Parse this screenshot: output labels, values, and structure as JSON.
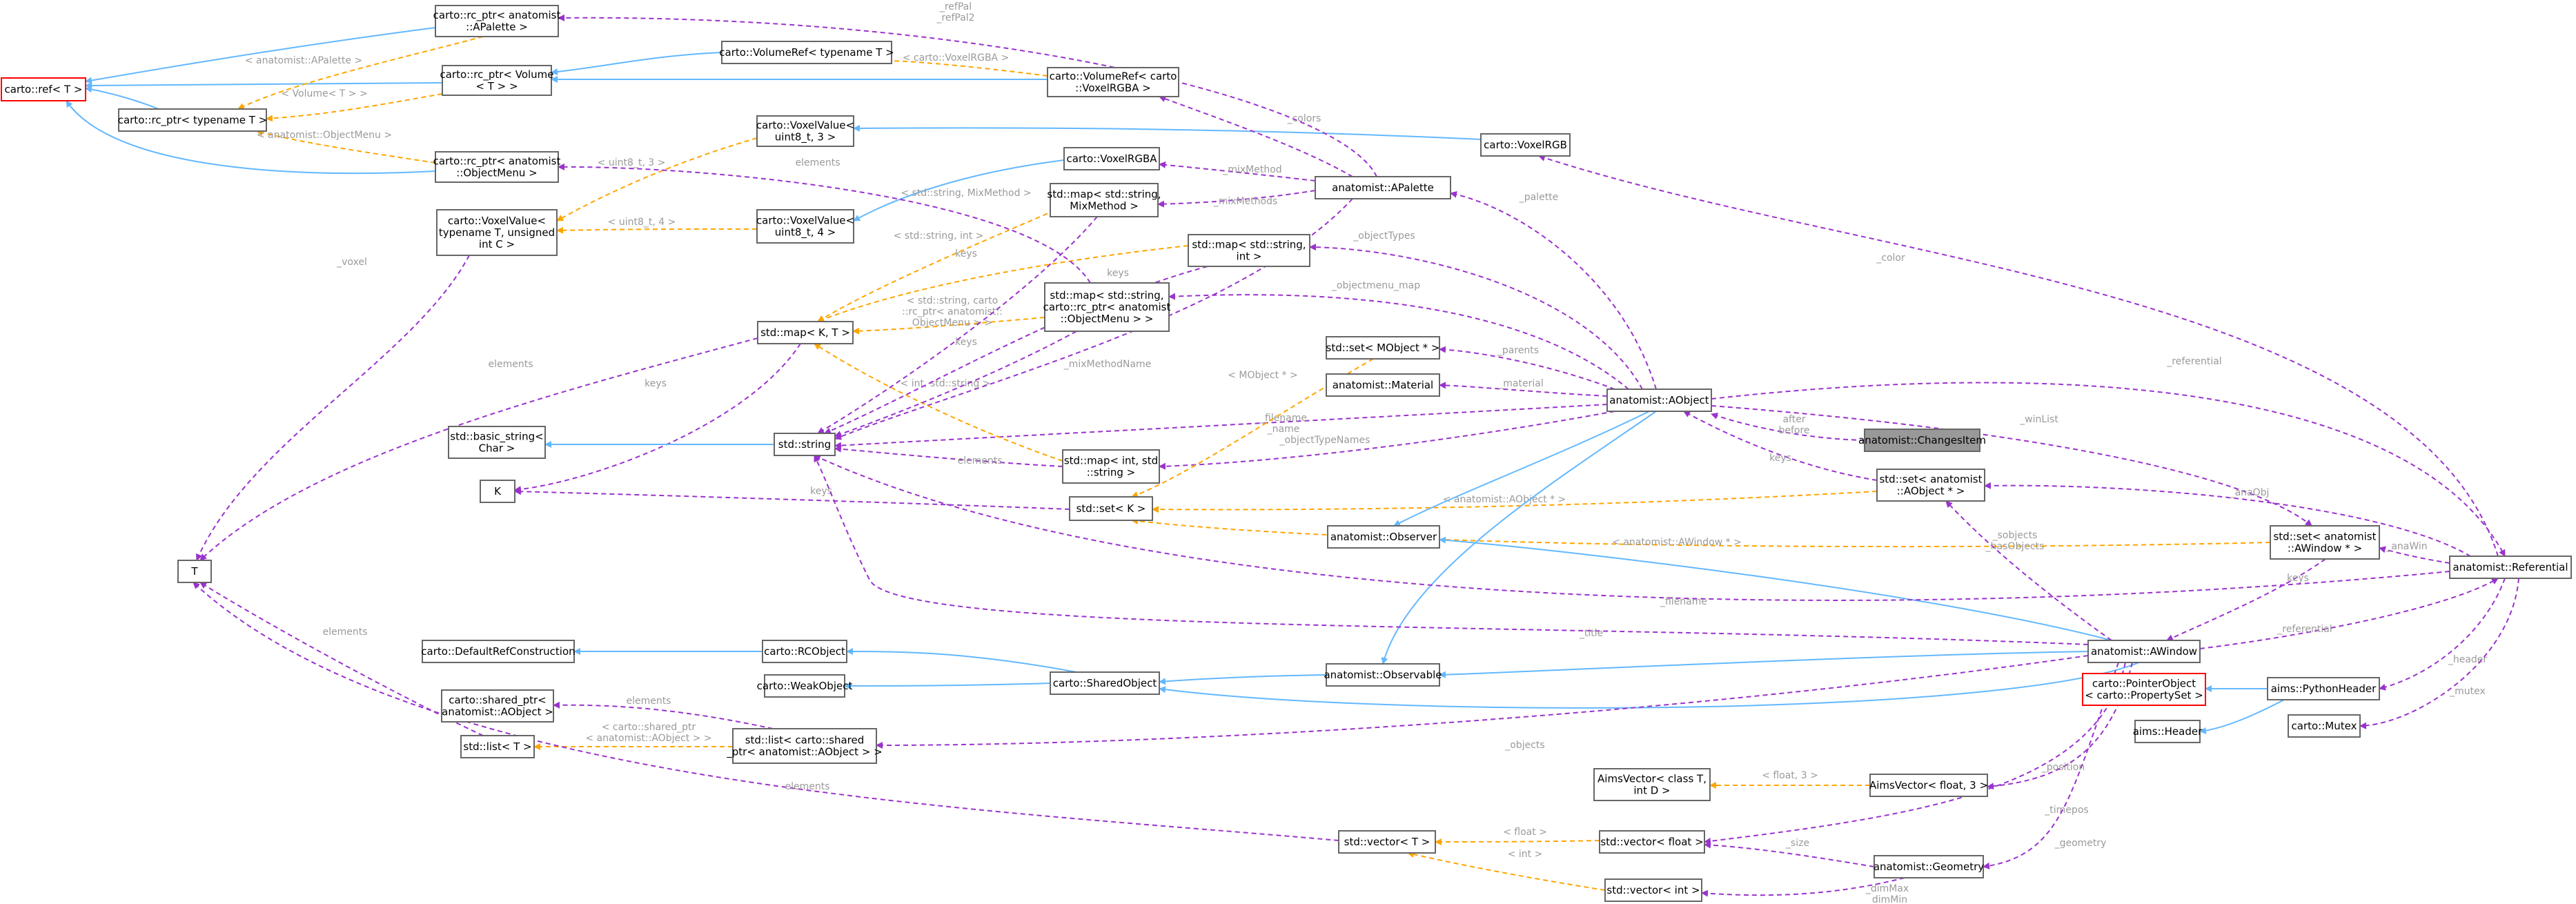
{
  "colors": {
    "inheritance": "#63b8ff",
    "usage": "#9a32cd",
    "template": "#ffa500",
    "node_border": "#666666",
    "red_border": "#ff0000",
    "highlight": "#999999"
  },
  "nodes": {
    "ref": [
      "carto::ref< T >"
    ],
    "rcA": [
      "carto::rc_ptr< anatomist",
      "::APalette >"
    ],
    "rcV": [
      "carto::rc_ptr< Volume",
      "< T > >"
    ],
    "rcT": [
      "carto::rc_ptr< typename T >"
    ],
    "rcOM": [
      "carto::rc_ptr< anatomist",
      "::ObjectMenu >"
    ],
    "vrT": [
      "carto::VolumeRef< typename T >"
    ],
    "vrV": [
      "carto::VolumeRef< carto",
      "::VoxelRGBA >"
    ],
    "vv3": [
      "carto::VoxelValue<",
      "uint8_t, 3 >"
    ],
    "vRGB": [
      "carto::VoxelRGB"
    ],
    "vRGBA": [
      "carto::VoxelRGBA"
    ],
    "vvT": [
      "carto::VoxelValue<",
      "typename T, unsigned",
      "int C >"
    ],
    "vv4": [
      "carto::VoxelValue<",
      "uint8_t, 4 >"
    ],
    "mapMix": [
      "std::map< std::string,",
      "MixMethod >"
    ],
    "pal": [
      "anatomist::APalette"
    ],
    "mapSI": [
      "std::map< std::string,",
      "int >"
    ],
    "mapOM": [
      "std::map< std::string,",
      "carto::rc_ptr< anatomist",
      "::ObjectMenu > >"
    ],
    "mapKT": [
      "std::map< K, T >"
    ],
    "setMO": [
      "std::set< MObject * >"
    ],
    "mat": [
      "anatomist::Material"
    ],
    "aobj": [
      "anatomist::AObject"
    ],
    "chg": [
      "anatomist::ChangesItem"
    ],
    "bstr": [
      "std::basic_string<",
      "Char >"
    ],
    "str": [
      "std::string"
    ],
    "K": [
      "K"
    ],
    "mapIS": [
      "std::map< int, std",
      "::string >"
    ],
    "setK": [
      "std::set< K >"
    ],
    "setAO": [
      "std::set< anatomist",
      "::AObject * >"
    ],
    "obs": [
      "anatomist::Observer"
    ],
    "setAW": [
      "std::set< anatomist",
      "::AWindow * >"
    ],
    "refl": [
      "anatomist::Referential"
    ],
    "T": [
      "T"
    ],
    "defrc": [
      "carto::DefaultRefConstruction"
    ],
    "rco": [
      "carto::RCObject"
    ],
    "awin": [
      "anatomist::AWindow"
    ],
    "weak": [
      "carto::WeakObject"
    ],
    "shared": [
      "carto::SharedObject"
    ],
    "obsable": [
      "anatomist::Observable"
    ],
    "ptrO": [
      "carto::PointerObject",
      "< carto::PropertySet >"
    ],
    "pyh": [
      "aims::PythonHeader"
    ],
    "hdr": [
      "aims::Header"
    ],
    "spA": [
      "carto::shared_ptr<",
      "anatomist::AObject >"
    ],
    "mutex": [
      "carto::Mutex"
    ],
    "listT": [
      "std::list< T >"
    ],
    "listSP": [
      "std::list< carto::shared",
      "_ptr< anatomist::AObject > >"
    ],
    "avc": [
      "AimsVector< class T,",
      "int D >"
    ],
    "avf": [
      "AimsVector< float, 3 >"
    ],
    "vecT": [
      "std::vector< T >"
    ],
    "vecF": [
      "std::vector< float >"
    ],
    "geom": [
      "anatomist::Geometry"
    ],
    "vecI": [
      "std::vector< int >"
    ]
  },
  "edges": [
    {
      "id": "e_rcA_ref",
      "type": "inh",
      "labels": []
    },
    {
      "id": "e_rcV_ref",
      "type": "inh",
      "labels": []
    },
    {
      "id": "e_rcT_ref",
      "type": "inh",
      "labels": []
    },
    {
      "id": "e_rcOM_ref",
      "type": "inh",
      "labels": []
    },
    {
      "id": "e_vrV_rcV",
      "type": "inh",
      "labels": []
    },
    {
      "id": "e_vrT_rcV",
      "type": "inh",
      "labels": []
    },
    {
      "id": "e_rcA_rcT",
      "type": "tpl",
      "labels": [
        "< anatomist::APalette >"
      ]
    },
    {
      "id": "e_rcV_rcT",
      "type": "tpl",
      "labels": [
        "< Volume< T > >"
      ]
    },
    {
      "id": "e_rcOM_rcT",
      "type": "tpl",
      "labels": [
        "< anatomist::ObjectMenu >"
      ]
    },
    {
      "id": "e_vrV_vrT",
      "type": "tpl",
      "labels": [
        "< carto::VoxelRGBA >"
      ]
    },
    {
      "id": "e_vRGB_vv3",
      "type": "inh",
      "labels": []
    },
    {
      "id": "e_vRGBA_vv4",
      "type": "inh",
      "labels": []
    },
    {
      "id": "e_vv3_vvT",
      "type": "tpl",
      "labels": [
        "< uint8_t, 3 >"
      ]
    },
    {
      "id": "e_vv4_vvT",
      "type": "tpl",
      "labels": [
        "< uint8_t, 4 >"
      ]
    },
    {
      "id": "e_pal_rcA",
      "type": "use",
      "labels": [
        "_refPal",
        "_refPal2"
      ]
    },
    {
      "id": "e_pal_vrV",
      "type": "use",
      "labels": [
        "_colors"
      ]
    },
    {
      "id": "e_pal_vRGBA",
      "type": "use",
      "labels": [
        "_mixMethod"
      ]
    },
    {
      "id": "e_pal_mapMix",
      "type": "use",
      "labels": [
        "_mixMethods"
      ]
    },
    {
      "id": "e_pal_str",
      "type": "use",
      "labels": [
        "_mixMethodName"
      ]
    },
    {
      "id": "e_aobj_pal",
      "type": "use",
      "labels": [
        "_palette"
      ]
    },
    {
      "id": "e_aobj_mapSI",
      "type": "use",
      "labels": [
        "_objectTypes"
      ]
    },
    {
      "id": "e_aobj_mapOM",
      "type": "use",
      "labels": [
        "_objectmenu_map"
      ]
    },
    {
      "id": "e_aobj_setMO",
      "type": "use",
      "labels": [
        "_parents"
      ]
    },
    {
      "id": "e_aobj_mat",
      "type": "use",
      "labels": [
        "_material"
      ]
    },
    {
      "id": "e_aobj_str",
      "type": "use",
      "labels": [
        "_filename",
        "_name"
      ]
    },
    {
      "id": "e_aobj_mapIS",
      "type": "use",
      "labels": [
        "_objectTypeNames"
      ]
    },
    {
      "id": "e_aobj_setAW",
      "type": "use",
      "labels": [
        "_winList"
      ]
    },
    {
      "id": "e_aobj_refl",
      "type": "use",
      "labels": [
        "_referential"
      ]
    },
    {
      "id": "e_chg_aobj",
      "type": "use",
      "labels": [
        "after",
        "before"
      ]
    },
    {
      "id": "e_setAO_aobj",
      "type": "use",
      "labels": [
        "keys"
      ]
    },
    {
      "id": "e_mapMix_mapKT",
      "type": "tpl",
      "labels": [
        "< std::string, MixMethod >"
      ]
    },
    {
      "id": "e_mapSI_mapKT",
      "type": "tpl",
      "labels": [
        "< std::string, int >"
      ]
    },
    {
      "id": "e_mapOM_mapKT",
      "type": "tpl",
      "labels": [
        "< std::string, carto",
        "::rc_ptr< anatomist::",
        "ObjectMenu > >"
      ]
    },
    {
      "id": "e_mapIS_mapKT",
      "type": "tpl",
      "labels": [
        "< int, std::string >"
      ]
    },
    {
      "id": "e_mapMix_str",
      "type": "use",
      "labels": [
        "keys"
      ]
    },
    {
      "id": "e_mapSI_str",
      "type": "use",
      "labels": [
        "keys"
      ]
    },
    {
      "id": "e_mapOM_str",
      "type": "use",
      "labels": [
        "keys"
      ]
    },
    {
      "id": "e_mapOM_rcOM",
      "type": "use",
      "labels": [
        "elements"
      ]
    },
    {
      "id": "e_mapIS_str",
      "type": "use",
      "labels": [
        "elements"
      ]
    },
    {
      "id": "e_mapKT_K",
      "type": "use",
      "labels": [
        "keys"
      ]
    },
    {
      "id": "e_mapKT_T",
      "type": "use",
      "labels": [
        "elements"
      ]
    },
    {
      "id": "e_vvT_T",
      "type": "use",
      "labels": [
        "_voxel"
      ]
    },
    {
      "id": "e_str_bstr",
      "type": "inh",
      "labels": []
    },
    {
      "id": "e_setK_K",
      "type": "use",
      "labels": [
        "keys"
      ]
    },
    {
      "id": "e_setMO_setK",
      "type": "tpl",
      "labels": [
        "< MObject * >"
      ]
    },
    {
      "id": "e_setAO_setK",
      "type": "tpl",
      "labels": [
        "< anatomist::AObject * >"
      ]
    },
    {
      "id": "e_setAW_setK",
      "type": "tpl",
      "labels": [
        "< anatomist::AWindow * >"
      ]
    },
    {
      "id": "e_aobj_obs",
      "type": "inh",
      "labels": []
    },
    {
      "id": "e_aobj_obsable",
      "type": "inh",
      "labels": []
    },
    {
      "id": "e_awin_obs",
      "type": "inh",
      "labels": []
    },
    {
      "id": "e_awin_obsable",
      "type": "inh",
      "labels": []
    },
    {
      "id": "e_awin_shared",
      "type": "inh",
      "labels": []
    },
    {
      "id": "e_obsable_shared",
      "type": "inh",
      "labels": []
    },
    {
      "id": "e_shared_rco",
      "type": "inh",
      "labels": []
    },
    {
      "id": "e_shared_weak",
      "type": "inh",
      "labels": []
    },
    {
      "id": "e_rco_defrc",
      "type": "inh",
      "labels": []
    },
    {
      "id": "e_awin_setAO",
      "type": "use",
      "labels": [
        "_sobjects",
        "_hasObjects"
      ]
    },
    {
      "id": "e_awin_str",
      "type": "use",
      "labels": [
        "_title"
      ]
    },
    {
      "id": "e_awin_listSP",
      "type": "use",
      "labels": [
        "_objects"
      ]
    },
    {
      "id": "e_awin_refl",
      "type": "use",
      "labels": [
        "_referential"
      ]
    },
    {
      "id": "e_awin_avf",
      "type": "use",
      "labels": [
        "_position"
      ]
    },
    {
      "id": "e_awin_vecF",
      "type": "use",
      "labels": [
        "_timepos"
      ]
    },
    {
      "id": "e_awin_geom",
      "type": "use",
      "labels": [
        "_geometry"
      ]
    },
    {
      "id": "e_refl_setAO",
      "type": "use",
      "labels": [
        "_anaObj"
      ]
    },
    {
      "id": "e_refl_setAW",
      "type": "use",
      "labels": [
        "_anaWin"
      ]
    },
    {
      "id": "e_refl_str",
      "type": "use",
      "labels": [
        "_filename"
      ]
    },
    {
      "id": "e_refl_vRGB",
      "type": "use",
      "labels": [
        "_color"
      ]
    },
    {
      "id": "e_refl_pyh",
      "type": "use",
      "labels": [
        "_header"
      ]
    },
    {
      "id": "e_refl_mutex",
      "type": "use",
      "labels": [
        "_mutex"
      ]
    },
    {
      "id": "e_setAW_awin",
      "type": "use",
      "labels": [
        "keys"
      ]
    },
    {
      "id": "e_pyh_ptrO",
      "type": "inh",
      "labels": []
    },
    {
      "id": "e_pyh_hdr",
      "type": "inh",
      "labels": []
    },
    {
      "id": "e_listSP_spA",
      "type": "use",
      "labels": [
        "elements"
      ]
    },
    {
      "id": "e_listSP_listT",
      "type": "tpl",
      "labels": [
        "< carto::shared_ptr",
        "< anatomist::AObject > >"
      ]
    },
    {
      "id": "e_listT_T",
      "type": "use",
      "labels": [
        "elements"
      ]
    },
    {
      "id": "e_vecT_T",
      "type": "use",
      "labels": [
        "elements"
      ]
    },
    {
      "id": "e_avf_avc",
      "type": "tpl",
      "labels": [
        "< float, 3 >"
      ]
    },
    {
      "id": "e_vecF_vecT",
      "type": "tpl",
      "labels": [
        "< float >"
      ]
    },
    {
      "id": "e_vecI_vecT",
      "type": "tpl",
      "labels": [
        "< int >"
      ]
    },
    {
      "id": "e_geom_vecF",
      "type": "use",
      "labels": [
        "_size"
      ]
    },
    {
      "id": "e_geom_vecI",
      "type": "use",
      "labels": [
        "_dimMax",
        "_dimMin"
      ]
    }
  ]
}
